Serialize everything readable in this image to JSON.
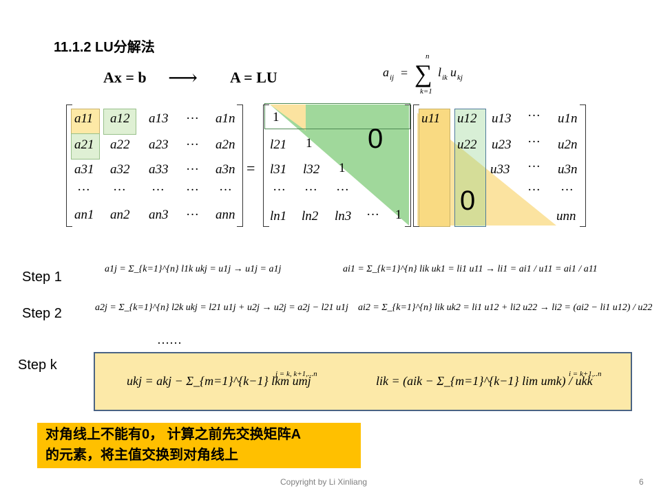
{
  "slide": {
    "title": "11.1.2  LU分解法",
    "eq_axb": "Ax = b",
    "arrow": "⟶",
    "eq_alu": "A = LU",
    "sum_formula": "a_ij = Σ_{k=1}^{n} l_ik u_kj"
  },
  "matrix_a": {
    "rows": [
      [
        "a11",
        "a12",
        "a13",
        "···",
        "a1n"
      ],
      [
        "a21",
        "a22",
        "a23",
        "···",
        "a2n"
      ],
      [
        "a31",
        "a32",
        "a33",
        "···",
        "a3n"
      ],
      [
        "···",
        "···",
        "···",
        "···",
        "···"
      ],
      [
        "an1",
        "an2",
        "an3",
        "···",
        "ann"
      ]
    ]
  },
  "equals": "=",
  "matrix_l": {
    "rows": [
      [
        "1"
      ],
      [
        "l21",
        "1"
      ],
      [
        "l31",
        "l32",
        "1"
      ],
      [
        "···",
        "···",
        "···"
      ],
      [
        "ln1",
        "ln2",
        "ln3",
        "···",
        "1"
      ]
    ],
    "zero": "0"
  },
  "matrix_u": {
    "rows": [
      [
        "u11",
        "u12",
        "u13",
        "···",
        "u1n"
      ],
      [
        "u22",
        "u23",
        "···",
        "u2n"
      ],
      [
        "u33",
        "···",
        "u3n"
      ],
      [
        "···",
        "···"
      ],
      [
        "unn"
      ]
    ],
    "zero": "0"
  },
  "steps": [
    {
      "label": "Step 1",
      "left": "a1j = Σ_{k=1}^{n} l1k ukj = u1j → u1j = a1j",
      "right": "ai1 = Σ_{k=1}^{n} lik uk1 = li1 u11 → li1 = ai1 / u11 = ai1 / a11"
    },
    {
      "label": "Step 2",
      "left": "a2j = Σ_{k=1}^{n} l2k ukj = l21 u1j + u2j → u2j = a2j − l21 u1j",
      "right": "ai2 = Σ_{k=1}^{n} lik uk2 = li1 u12 + li2 u22 → li2 = (ai2 − li1 u12) / u22"
    }
  ],
  "ellipsis": "……",
  "step_k": {
    "label": "Step k",
    "formula_u": "ukj = akj − Σ_{m=1}^{k−1} lkm umj",
    "range_u": "j = k, k+1,...n",
    "formula_l": "lik = (aik − Σ_{m=1}^{k−1} lim umk) / ukk",
    "range_l": "i = k+1,..n"
  },
  "note": {
    "line1": "对角线上不能有0， 计算之前先交换矩阵A",
    "line2": "的元素，将主值交换到对角线上"
  },
  "footer": {
    "copyright": "Copyright by Li Xinliang",
    "page": "6"
  }
}
